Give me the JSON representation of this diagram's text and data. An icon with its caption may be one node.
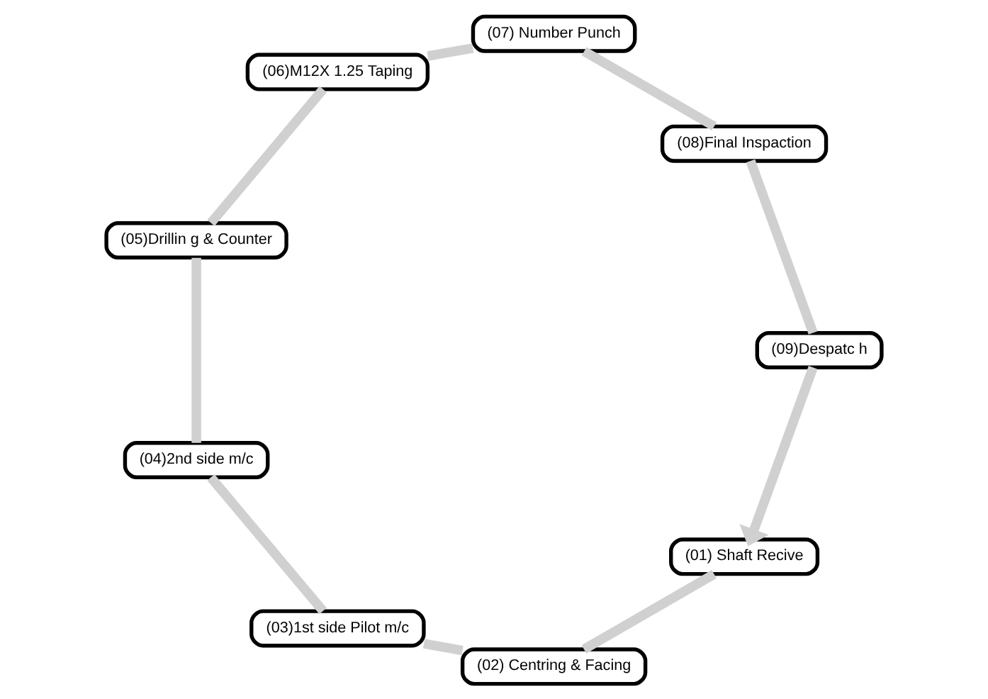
{
  "diagram": {
    "nodes": [
      {
        "text": [
          "(01) Shaft Recive"
        ]
      },
      {
        "text": [
          "(02) Centring & Facing"
        ]
      },
      {
        "text": [
          "(03)1st side Pilot m/c"
        ]
      },
      {
        "text": [
          "(04)2nd side m/c"
        ]
      },
      {
        "text": [
          "(05)Drillin g & Counter"
        ]
      },
      {
        "text": [
          "(06)M12X 1.25 Taping"
        ]
      },
      {
        "text": [
          "(07) Number Punch"
        ]
      },
      {
        "text": [
          "(08)Final Inspaction"
        ]
      },
      {
        "text": [
          "(09)Despatc h"
        ]
      }
    ],
    "edges": [
      {
        "from": 0,
        "to": 1,
        "arrow": "none"
      },
      {
        "from": 1,
        "to": 2,
        "arrow": "none"
      },
      {
        "from": 2,
        "to": 3,
        "arrow": "none"
      },
      {
        "from": 3,
        "to": 4,
        "arrow": "none"
      },
      {
        "from": 4,
        "to": 5,
        "arrow": "none"
      },
      {
        "from": 5,
        "to": 6,
        "arrow": "none"
      },
      {
        "from": 6,
        "to": 7,
        "arrow": "none"
      },
      {
        "from": 7,
        "to": 8,
        "arrow": "none"
      },
      {
        "from": 8,
        "to": 0,
        "arrow": "to"
      }
    ]
  }
}
